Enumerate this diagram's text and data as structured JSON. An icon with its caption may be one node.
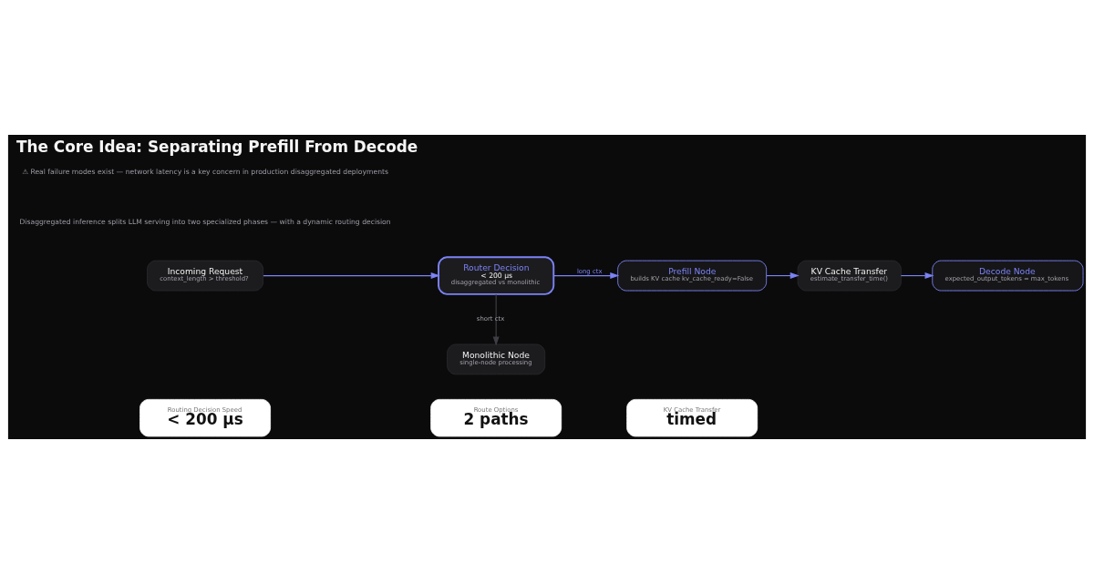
{
  "diagram": {
    "title": "The Core Idea: Separating Prefill From Decode",
    "nodes": [
      {
        "text": [
          "Incoming Request",
          "context_length > threshold?"
        ]
      },
      {
        "text": [
          "Router Decision",
          "< 200 µs",
          "disaggregated vs monolithic"
        ]
      },
      {
        "text": [
          "Prefill Node",
          "builds KV cache kv_cache_ready=False"
        ]
      },
      {
        "text": [
          "KV Cache Transfer",
          "estimate_transfer_time()"
        ]
      },
      {
        "text": [
          "Decode Node",
          "expected_output_tokens = max_tokens"
        ]
      },
      {
        "text": [
          "Monolithic Node",
          "single-node processing"
        ]
      },
      {
        "text": [
          "Routing Decision Speed",
          "< 200 µs"
        ]
      },
      {
        "text": [
          "Route Options",
          "2 paths"
        ]
      },
      {
        "text": [
          "KV Cache Transfer",
          "timed"
        ]
      }
    ],
    "edges": [
      {
        "from": 0,
        "to": 1,
        "arrow": "to"
      },
      {
        "from": 1,
        "to": 2,
        "arrow": "to",
        "label": "long ctx"
      },
      {
        "from": 2,
        "to": 3,
        "arrow": "to"
      },
      {
        "from": 3,
        "to": 4,
        "arrow": "to"
      },
      {
        "from": 1,
        "to": 5,
        "arrow": "to",
        "label": "short ctx",
        "color": "#3f3f46"
      }
    ],
    "labels": [
      "Disaggregated inference splits LLM serving into two specialized phases — with a dynamic routing decision",
      "⚠ Real failure modes exist — network latency is a key concern in production disaggregated deployments"
    ]
  }
}
